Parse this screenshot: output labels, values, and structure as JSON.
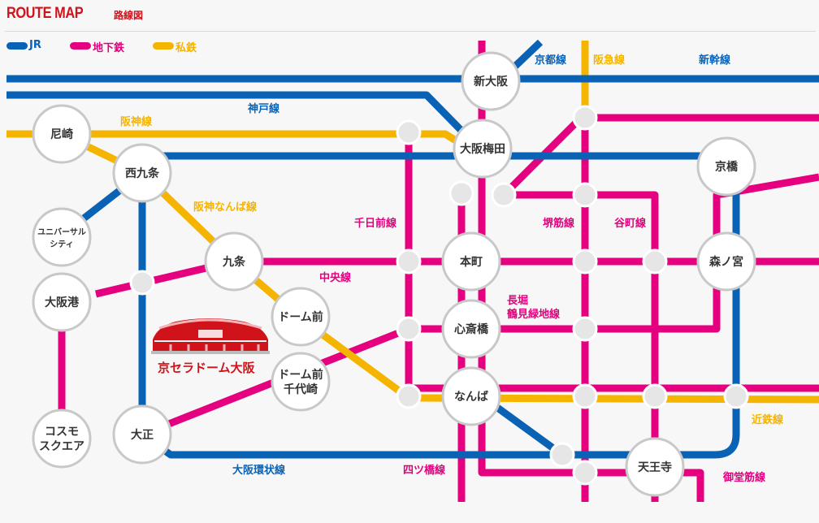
{
  "header": {
    "title": "ROUTE MAP",
    "subtitle": "路線図"
  },
  "legend": [
    {
      "label": "JR",
      "color": "#0a62b5"
    },
    {
      "label": "地下鉄",
      "color": "#e4007f"
    },
    {
      "label": "私鉄",
      "color": "#f5b400"
    }
  ],
  "colors": {
    "jr": "#0a62b5",
    "subway": "#e4007f",
    "private": "#f5b400",
    "title": "#d0121b"
  },
  "line_labels": {
    "kyoto": "京都線",
    "hankyu": "阪急線",
    "shinkansen": "新幹線",
    "kobe": "神戸線",
    "hanshin": "阪神線",
    "hanshin_namba": "阪神なんば線",
    "sennichimae": "千日前線",
    "sakaisuji": "堺筋線",
    "tanimachi": "谷町線",
    "chuo": "中央線",
    "nagahori_1": "長堀",
    "nagahori_2": "鶴見緑地線",
    "kintetsu": "近鉄線",
    "loop": "大阪環状線",
    "yotsubashi": "四ツ橋線",
    "midosuji": "御堂筋線"
  },
  "stations": {
    "shin_osaka": "新大阪",
    "amagasaki": "尼崎",
    "osaka_umeda": "大阪梅田",
    "nishikujo": "西九条",
    "kyobashi": "京橋",
    "usj_1": "ユニバーサル",
    "usj_2": "シティ",
    "kujo": "九条",
    "honmachi": "本町",
    "morinomiya": "森ノ宮",
    "osakako": "大阪港",
    "dome_mae": "ドーム前",
    "shinsaibashi": "心斎橋",
    "dome_chiyozaki_1": "ドーム前",
    "dome_chiyozaki_2": "千代崎",
    "namba": "なんば",
    "cosmo_1": "コスモ",
    "cosmo_2": "スクエア",
    "taisho": "大正",
    "tennoji": "天王寺"
  },
  "dome": {
    "label": "京セラドーム大阪",
    "icon": "dome-stadium-icon"
  }
}
